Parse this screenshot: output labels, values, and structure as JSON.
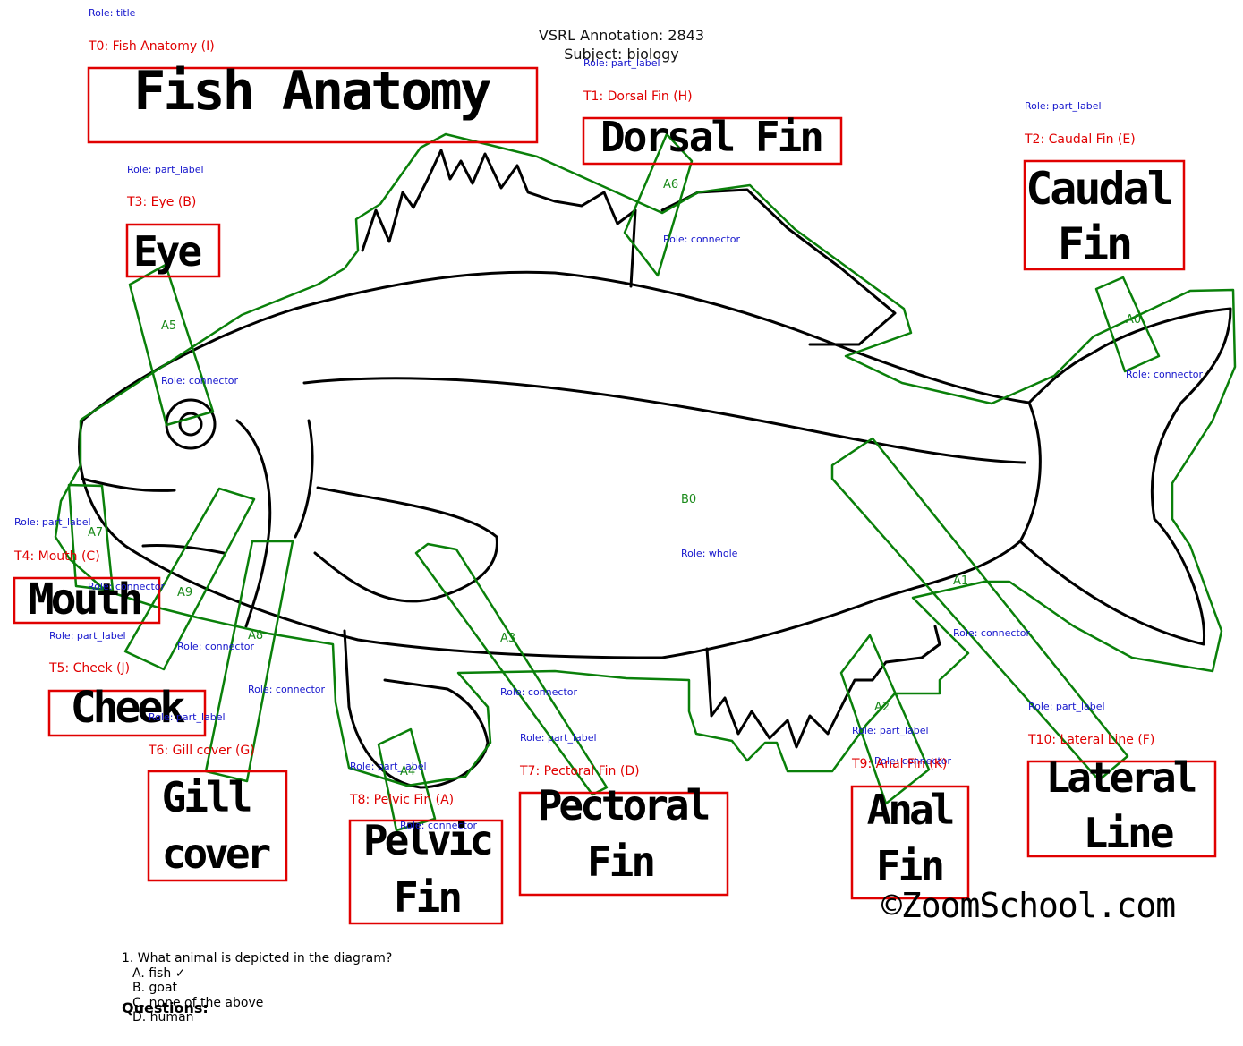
{
  "header": {
    "annotation": "VSRL Annotation: 2843",
    "subject": "Subject: biology"
  },
  "roles": {
    "title": "Role: title",
    "part_label": "Role: part_label",
    "connector": "Role: connector",
    "whole": "Role: whole"
  },
  "tags": {
    "t0": "T0: Fish Anatomy (I)",
    "t1": "T1: Dorsal Fin (H)",
    "t2": "T2: Caudal Fin (E)",
    "t3": "T3: Eye (B)",
    "t4": "T4: Mouth (C)",
    "t5": "T5: Cheek (J)",
    "t6": "T6: Gill cover (G)",
    "t7": "T7: Pectoral Fin (D)",
    "t8": "T8: Pelvic Fin (A)",
    "t9": "T9: Anal Fin (K)",
    "t10": "T10: Lateral Line (F)"
  },
  "areas": {
    "a0": "A0",
    "a1": "A1",
    "a2": "A2",
    "a3": "A3",
    "a4": "A4",
    "a5": "A5",
    "a6": "A6",
    "a7": "A7",
    "a8": "A8",
    "a9": "A9",
    "b0": "B0"
  },
  "labels": {
    "fish_anatomy": "Fish Anatomy",
    "dorsal_fin": "Dorsal Fin",
    "caudal_fin_1": "Caudal",
    "caudal_fin_2": "Fin",
    "eye": "Eye",
    "mouth": "Mouth",
    "cheek": "Cheek",
    "gill_cover_1": "Gill",
    "gill_cover_2": "cover",
    "pelvic_fin_1": "Pelvic",
    "pelvic_fin_2": "Fin",
    "pectoral_fin_1": "Pectoral",
    "pectoral_fin_2": "Fin",
    "anal_fin_1": "Anal",
    "anal_fin_2": "Fin",
    "lateral_line_1": "Lateral",
    "lateral_line_2": "Line"
  },
  "watermark": "©ZoomSchool.com",
  "questions": {
    "heading": "Questions:",
    "q1": "1. What animal is depicted in the diagram?",
    "options": [
      "A. fish ✓",
      "B. goat",
      "C. none of the above",
      "D. human"
    ]
  },
  "colors": {
    "box": "#e00000",
    "region": "#0a800a",
    "role": "#1515cc",
    "ink": "#000000"
  }
}
